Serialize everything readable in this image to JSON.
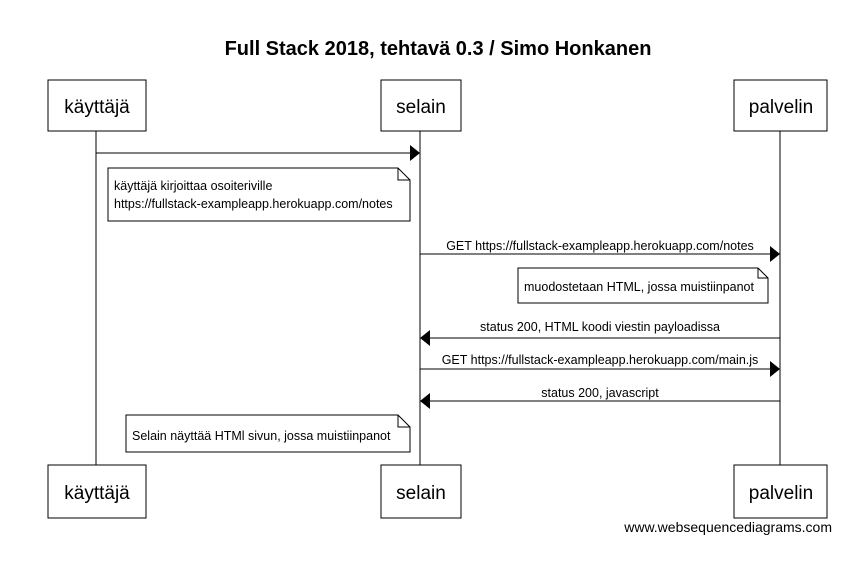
{
  "title": "Full Stack 2018, tehtavä 0.3 / Simo Honkanen",
  "participants": [
    {
      "id": "user",
      "label": "käyttäjä"
    },
    {
      "id": "browser",
      "label": "selain"
    },
    {
      "id": "server",
      "label": "palvelin"
    }
  ],
  "messages": [
    {
      "from": "user",
      "to": "browser",
      "label": ""
    },
    {
      "from": "browser",
      "to": "server",
      "label": "GET https://fullstack-exampleapp.herokuapp.com/notes"
    },
    {
      "from": "server",
      "to": "browser",
      "label": "status 200, HTML koodi viestin payloadissa"
    },
    {
      "from": "browser",
      "to": "server",
      "label": "GET https://fullstack-exampleapp.herokuapp.com/main.js"
    },
    {
      "from": "server",
      "to": "browser",
      "label": "status 200, javascript"
    }
  ],
  "notes": [
    {
      "over": "user-browser",
      "lines": [
        "käyttäjä kirjoittaa osoiteriville",
        "https://fullstack-exampleapp.herokuapp.com/notes"
      ]
    },
    {
      "over": "server-left",
      "lines": [
        "muodostetaan HTML, jossa muistiinpanot"
      ]
    },
    {
      "over": "user-browser",
      "lines": [
        "Selain näyttää HTMl sivun, jossa muistiinpanot"
      ]
    }
  ],
  "watermark": "www.websequencediagrams.com"
}
